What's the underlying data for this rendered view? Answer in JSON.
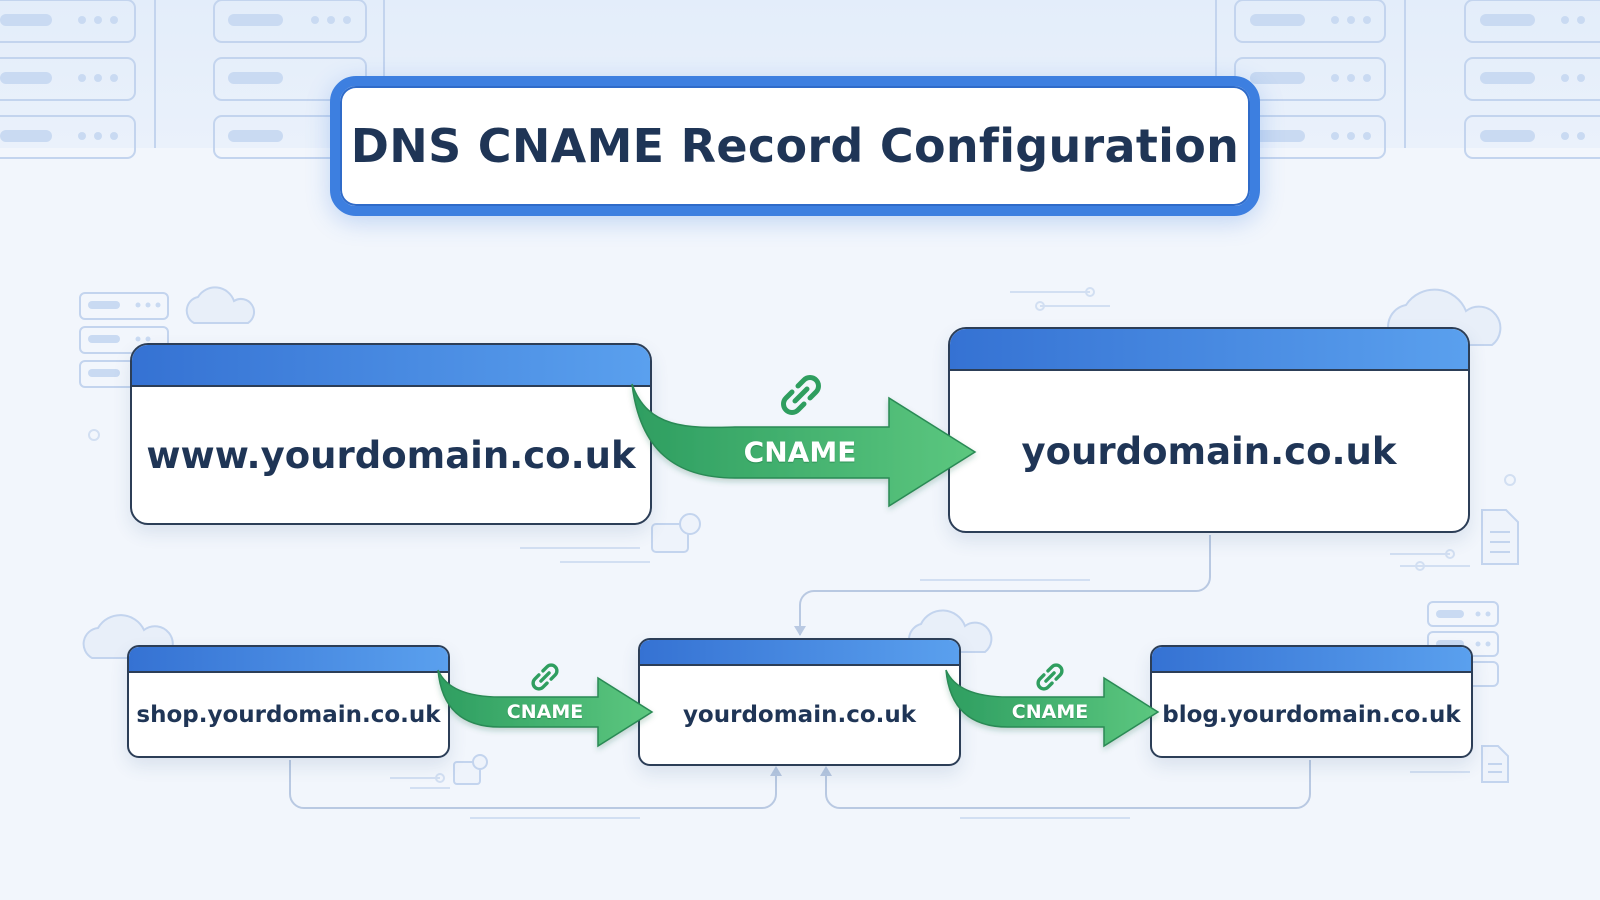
{
  "diagram": {
    "title": "DNS CNAME Record Configuration",
    "top_row": {
      "source": "www.yourdomain.co.uk",
      "relation": "CNAME",
      "target": "yourdomain.co.uk"
    },
    "bottom_row": {
      "left": "shop.yourdomain.co.uk",
      "left_relation": "CNAME",
      "center": "yourdomain.co.uk",
      "right_relation": "CNAME",
      "right": "blog.yourdomain.co.uk"
    },
    "colors": {
      "accent_blue": "#3d7fe0",
      "header_blue_start": "#3572d3",
      "header_blue_end": "#5aa0ee",
      "arrow_green": "#3cb86b",
      "text_dark": "#1f3556"
    },
    "icons": [
      "link-icon",
      "server-rack-icon",
      "cloud-icon",
      "document-icon"
    ]
  }
}
